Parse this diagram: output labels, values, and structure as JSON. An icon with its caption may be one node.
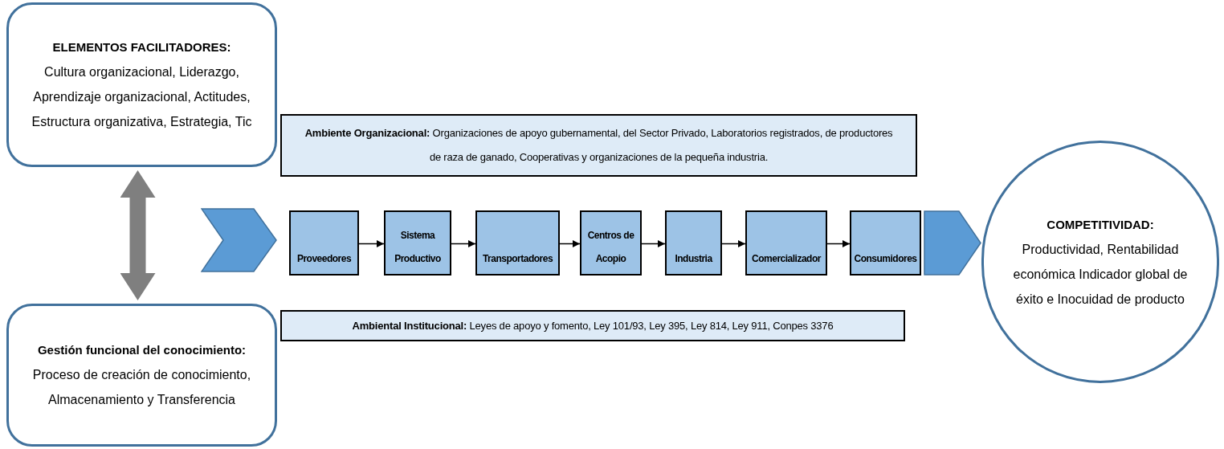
{
  "diagram": {
    "nodes": [
      {
        "text": [
          "ELEMENTOS FACILITADORES:",
          "Cultura organizacional, Liderazgo, Aprendizaje organizacional, Actitudes, Estructura organizativa, Estrategia, Tic"
        ]
      },
      {
        "text": [
          "Gestión funcional del conocimiento:",
          "Proceso de creación de conocimiento, Almacenamiento y Transferencia"
        ]
      },
      {
        "text": [
          "**Ambiente Organizacional:** Organizaciones de apoyo gubernamental, del Sector Privado,  Laboratorios registrados, de productores de raza de ganado, Cooperativas y organizaciones de la pequeña industria."
        ]
      },
      {
        "text": [
          "**Ambiental Institucional:** Leyes de apoyo y fomento, Ley 101/93, Ley 395, Ley 814, Ley 911, Conpes 3376"
        ]
      },
      {
        "text": [],
        "shape": "chevron"
      },
      {
        "text": [
          "Proveedores"
        ]
      },
      {
        "text": [
          "Sistema Productivo"
        ]
      },
      {
        "text": [
          "Transportadores"
        ]
      },
      {
        "text": [
          "Centros de Acopio"
        ]
      },
      {
        "text": [
          "Industria"
        ]
      },
      {
        "text": [
          "Comercializador"
        ]
      },
      {
        "text": [
          "Consumidores"
        ]
      },
      {
        "text": [],
        "shape": "pentagon"
      },
      {
        "text": [
          "COMPETITIVIDAD:",
          "Productividad, Rentabilidad económica Indicador global de éxito e Inocuidad de producto"
        ]
      }
    ],
    "edges": [
      {
        "from": 0,
        "to": 1,
        "arrow": "both",
        "style": "thick",
        "color": "#7f7f7f"
      },
      {
        "from": 5,
        "to": 6,
        "arrow": "to"
      },
      {
        "from": 6,
        "to": 7,
        "arrow": "to"
      },
      {
        "from": 7,
        "to": 8,
        "arrow": "to"
      },
      {
        "from": 8,
        "to": 9,
        "arrow": "to"
      },
      {
        "from": 9,
        "to": 10,
        "arrow": "to"
      },
      {
        "from": 10,
        "to": 11,
        "arrow": "to"
      }
    ]
  }
}
